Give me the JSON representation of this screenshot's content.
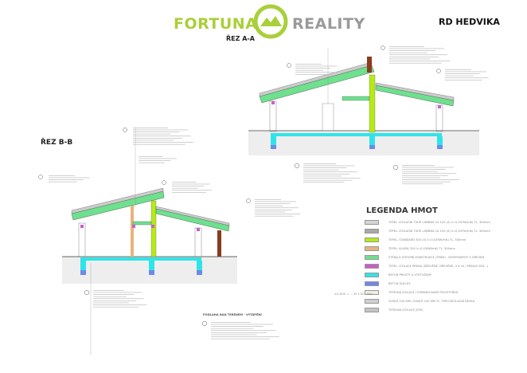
{
  "header": {
    "logo_left": "FORTUNA",
    "logo_right": "REALITY",
    "project_title": "RD HEDVIKA",
    "brand_colors": {
      "green": "#a9cf3a",
      "gray": "#9a9a9a"
    }
  },
  "sections": {
    "section_aa_label": "ŘEZ A-A",
    "section_bb_label": "ŘEZ B-B",
    "markers_aa": [
      "C",
      "H",
      "J",
      "F1",
      "F2"
    ],
    "markers_bb": [
      "A1",
      "K",
      "J",
      "F1",
      "I"
    ]
  },
  "legend": {
    "title": "LEGENDA HMOT",
    "items": [
      {
        "label": "TEPEL. IZOLAČNÍ TUHÉ LAMBDA 10-100 (4) λ=0,037W/mK) TL. 300mm",
        "color": "#d4d4d4"
      },
      {
        "label": "TEPEL. IZOLAČNÍ TUHÉ LAMBDA 10-100 (4) λ=0,037W/mK) TL. 400mm",
        "color": "#a8a8a8"
      },
      {
        "label": "TEPEL. STANDARD 300 (4) λ=0,039W/mK) TL. 300mm",
        "color": "#b6ea16"
      },
      {
        "label": "TEPEL. KLASIK 200 λ=0,039W/mK) TL. 300mm",
        "color": "#e9b47c"
      },
      {
        "label": "STĚNA A STROPNÍ KONSTRUKCE (TRÁM) - KOMPONENTY S DŘEVEM",
        "color": "#6ee08e"
      },
      {
        "label": "TEPEL. IZOLACE PRKNA (DŘEVĚNÉ, DŘEVĚNÉ, 4 X 10 / PRAHLY ATD...)",
        "color": "#c95ec9"
      },
      {
        "label": "BETON PROSTÝ A VYZTUŽENÝ",
        "color": "#2fe4e8"
      },
      {
        "label": "BETON ŠLECHY",
        "color": "#7089e6"
      },
      {
        "label": "TEPELNÁ IZOLACE / EXPANDOVANÝ POLYSTYREN",
        "color": "#f1efdc"
      },
      {
        "label": "SVISLÉ 100 MM / SVISLÉ 100 MM TL. TEPLOIZOLAČNÍ DESKA",
        "color": "#cfcfcf"
      },
      {
        "label": "TEPELNÁ IZOLACE (EPS)",
        "color": "#c4c4c4"
      }
    ]
  },
  "scale_note": "±0,000 = ... M 1:50 - Bpv",
  "floor_note_title": "PODLAHA NAD TERÉNEM - VYTÁPĚNÍ",
  "floor_note_marker": "F2"
}
